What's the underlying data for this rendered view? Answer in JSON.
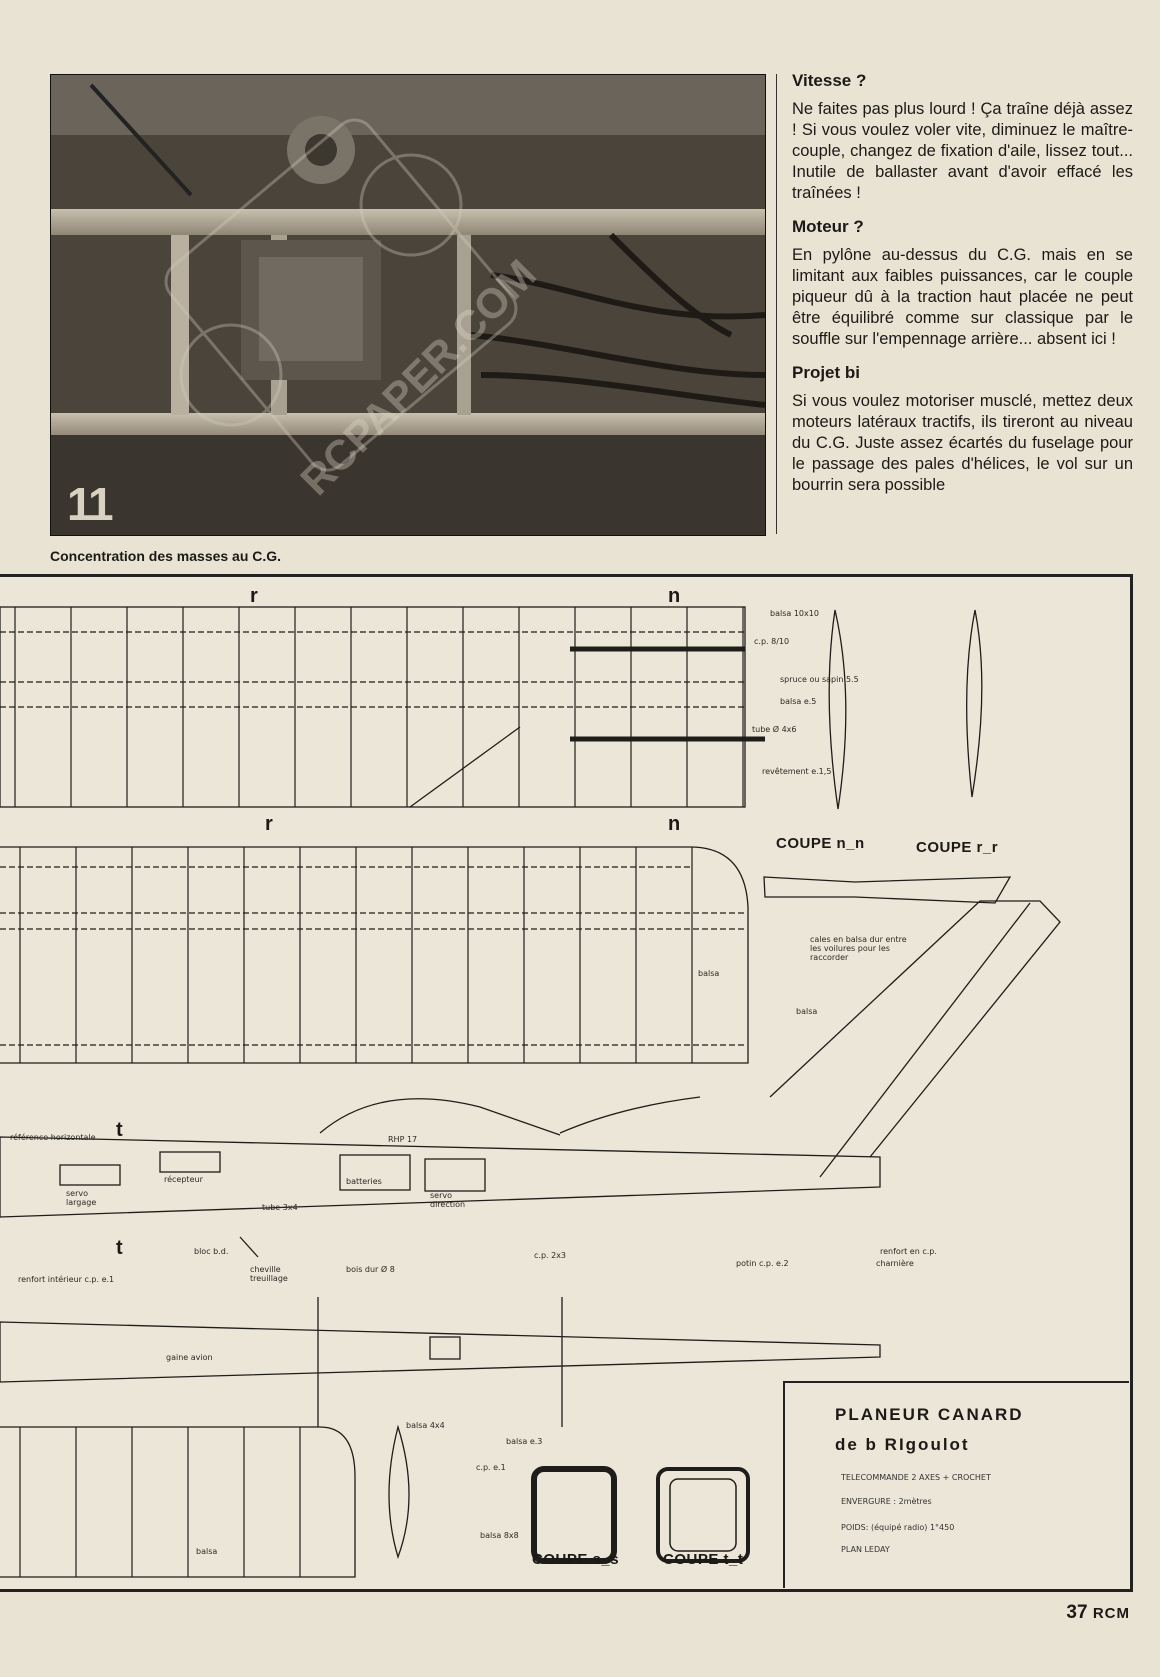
{
  "photo": {
    "number": "11",
    "watermark": "RCPAPER.COM",
    "caption": "Concentration des masses au C.G."
  },
  "article": [
    {
      "heading": "Vitesse ?",
      "text": "Ne faites pas plus lourd ! Ça traîne déjà assez ! Si vous voulez voler vite, diminuez le maître-couple, changez de fixation d'aile, lissez tout... Inutile de ballaster avant d'avoir effacé les traînées !"
    },
    {
      "heading": "Moteur ?",
      "text": "En pylône au-dessus du C.G. mais en se limitant aux faibles puissances, car le couple piqueur dû à la traction haut placée ne peut être équilibré comme sur classique par le souffle sur l'empennage arrière... absent ici !"
    },
    {
      "heading": "Projet bi",
      "text": "Si vous voulez motoriser musclé, mettez deux moteurs latéraux tractifs, ils tireront au niveau du C.G. Juste assez écartés du fuselage pour le passage des pales d'hélices, le vol sur un bourrin sera possible"
    }
  ],
  "plan": {
    "section_marks": {
      "r": "r",
      "n": "n",
      "t": "t"
    },
    "coupes": {
      "nn": "COUPE n_n",
      "rr": "COUPE r_r",
      "ss": "COUPE s_s",
      "tt": "COUPE t_t"
    },
    "labels": {
      "balsa10x10": "balsa 10x10",
      "cp": "c.p. 8/10",
      "spruce": "spruce ou sapin 5.5",
      "balsa_e5": "balsa e.5",
      "tube": "tube Ø 4x6",
      "revetement": "revêtement e.1,5",
      "cales": "cales en balsa dur entre les voilures pour les raccorder",
      "balsa": "balsa",
      "ref_horizontale": "référence horizontale",
      "rhp": "RHP 17",
      "servo_largage": "servo largage",
      "recepteur": "récepteur",
      "batteries": "batteries",
      "servo_direction": "servo direction",
      "tube_3x4": "tube 3x4",
      "bloc_bd": "bloc b.d.",
      "cheville": "cheville treuillage",
      "bois_dur": "bois dur Ø 8",
      "cp_2x3": "c.p. 2x3",
      "renfort_cp": "renfort en c.p.",
      "charniere": "charnière",
      "potin": "potin c.p. e.2",
      "renfort_int": "renfort intérieur c.p. e.1",
      "gaine": "gaine avion",
      "balsa_4x4": "balsa 4x4",
      "balsa_e3": "balsa e.3",
      "cp_e1": "c.p. e.1",
      "balsa_bill": "balsa 8x8"
    },
    "title": {
      "line1": "PLANEUR   CANARD",
      "line2": "de  b  RIgoulot",
      "spec1": "TELECOMMANDE   2 AXES  +  CROCHET",
      "spec2": "ENVERGURE   :  2mètres",
      "spec3": "POIDS: (équipé radio)   1°450",
      "spec4": "PLAN   LEDAY"
    }
  },
  "footer": {
    "page": "37",
    "brand": "RCM"
  }
}
